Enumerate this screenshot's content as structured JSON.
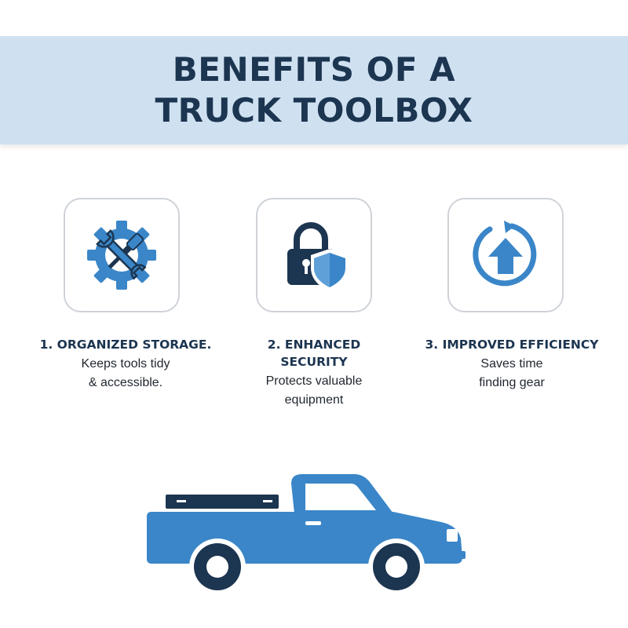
{
  "header": {
    "title_line1": "BENEFITS OF A",
    "title_line2": "TRUCK TOOLBOX"
  },
  "benefits": [
    {
      "icon": "gear-wrench-screwdriver-icon",
      "title_line1": "1. ORGANIZED STORAGE.",
      "desc_line1": "Keeps tools tidy",
      "desc_line2": "& accessible."
    },
    {
      "icon": "padlock-shield-icon",
      "title_line1": "2. ENHANCED",
      "title_line2": "SECURITY",
      "desc_line1": "Protects valuable",
      "desc_line2": "equipment"
    },
    {
      "icon": "circular-arrow-up-icon",
      "title_line1": "3. IMPROVED EFFICIENCY",
      "desc_line1": "Saves time",
      "desc_line2": "finding gear"
    }
  ],
  "illustration": {
    "icon": "pickup-truck-with-toolbox-icon"
  },
  "colors": {
    "banner": "#cfe1f1",
    "navy": "#1c3550",
    "accent_blue": "#3a86c8",
    "card_border": "#cfd3d8"
  }
}
